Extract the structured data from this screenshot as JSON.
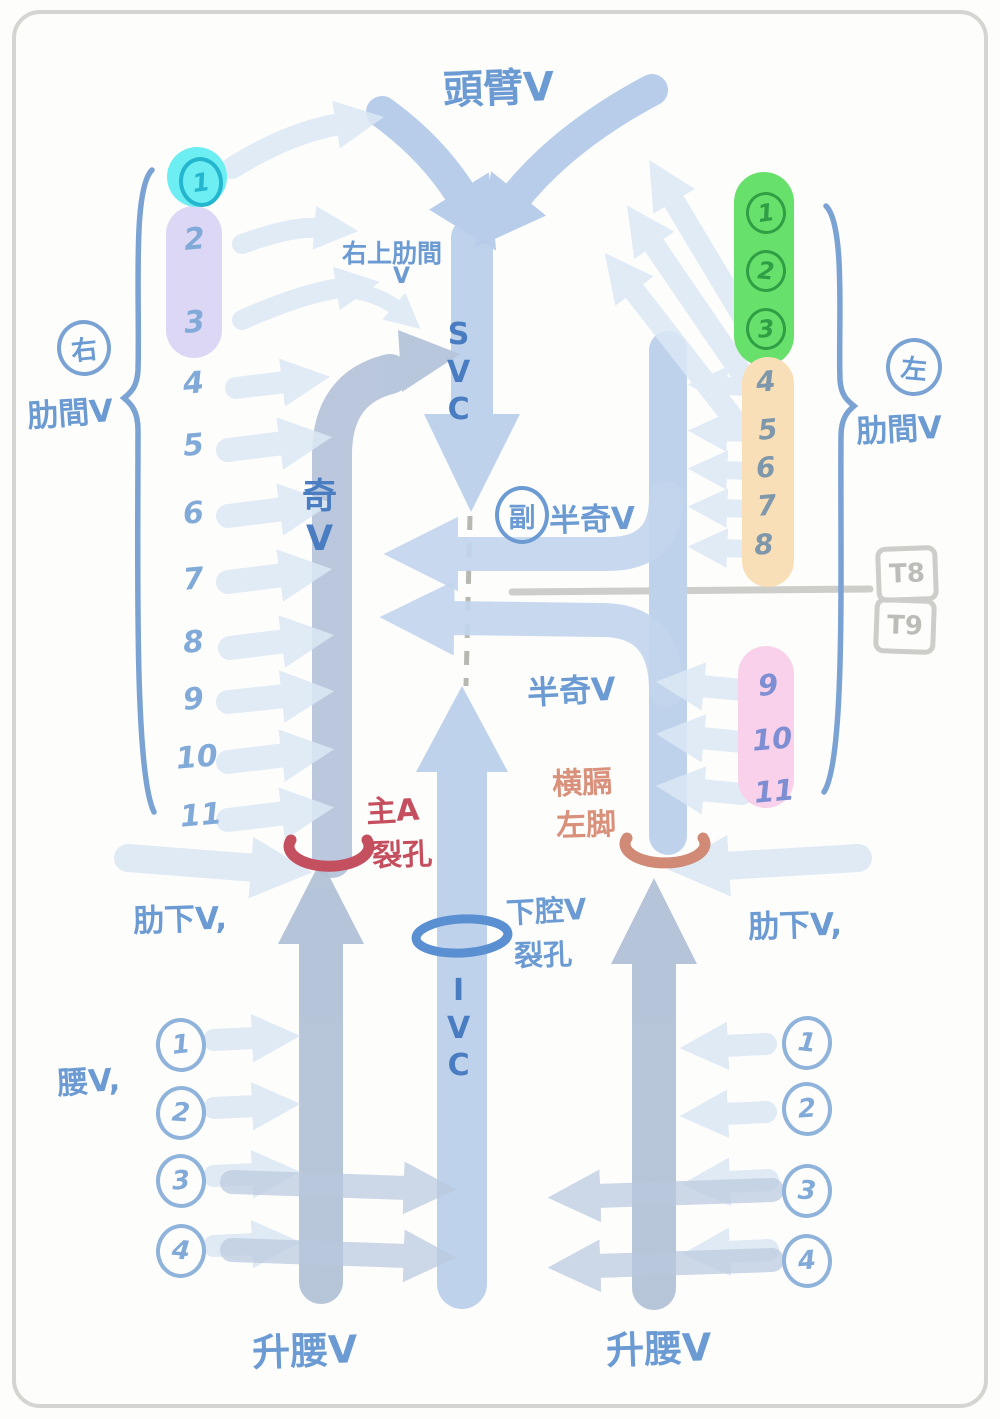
{
  "labels": {
    "brachiocephalic_v": "頭臂V",
    "right_superior_intercostal": "右上肋間",
    "right_superior_intercostal_v": "V",
    "svc": [
      "S",
      "V",
      "C"
    ],
    "azygos": [
      "奇",
      "V"
    ],
    "accessory_circled": "副",
    "accessory_rest": "半奇V",
    "hemiazygos": "半奇V",
    "right_circled": "右",
    "right_intercostal_v": "肋間V",
    "left_circled": "左",
    "left_intercostal_v": "肋間V",
    "t8": "T8",
    "t9": "T9",
    "aortic_hiatus_line1": "主A",
    "aortic_hiatus_line2": "裂孔",
    "diaphragm_crus_line1": "横膈",
    "diaphragm_crus_line2": "左脚",
    "caval_hiatus_line1": "下腔V",
    "caval_hiatus_line2": "裂孔",
    "ivc": [
      "I",
      "V",
      "C"
    ],
    "subcostal_left": "肋下V,",
    "subcostal_right": "肋下V,",
    "lumbar_v": "腰V,",
    "ascending_lumbar_left": "升腰V",
    "ascending_lumbar_right": "升腰V"
  },
  "right_intercostal_numbers": [
    "1",
    "2",
    "3",
    "4",
    "5",
    "6",
    "7",
    "8",
    "9",
    "10",
    "11"
  ],
  "left_intercostal_numbers": [
    "1",
    "2",
    "3",
    "4",
    "5",
    "6",
    "7",
    "8",
    "9",
    "10",
    "11"
  ],
  "lumbar_numbers_left": [
    "1",
    "2",
    "3",
    "4"
  ],
  "lumbar_numbers_right": [
    "1",
    "2",
    "3",
    "4"
  ],
  "colors": {
    "vessel_blue": "#bed2ec",
    "pale_arrow": "#dce8f5",
    "mid_arrow": "#c3d6ee",
    "top_arrow": "#b7cdea",
    "muted_vessel": "#b5c3d9",
    "text_blue": "#6b9bd2",
    "deep_blue": "#4a7cc2",
    "number_blue": "#82aad8",
    "cyan_highlight": "#6ceef2",
    "cyan_number": "#25b6cf",
    "purple_highlight": "#dbd7f5",
    "green_highlight": "#68e06c",
    "green_number": "#2f9e44",
    "orange_highlight": "#f8dfb8",
    "orange_number": "#7e97aa",
    "pink_highlight": "#f9d1ea",
    "pink_number": "#7d8ed2",
    "red_accent": "#c44f5f",
    "salmon_accent": "#d08a76",
    "ring_blue": "#5a8fd2",
    "gray_accent": "#c9c9c5"
  }
}
